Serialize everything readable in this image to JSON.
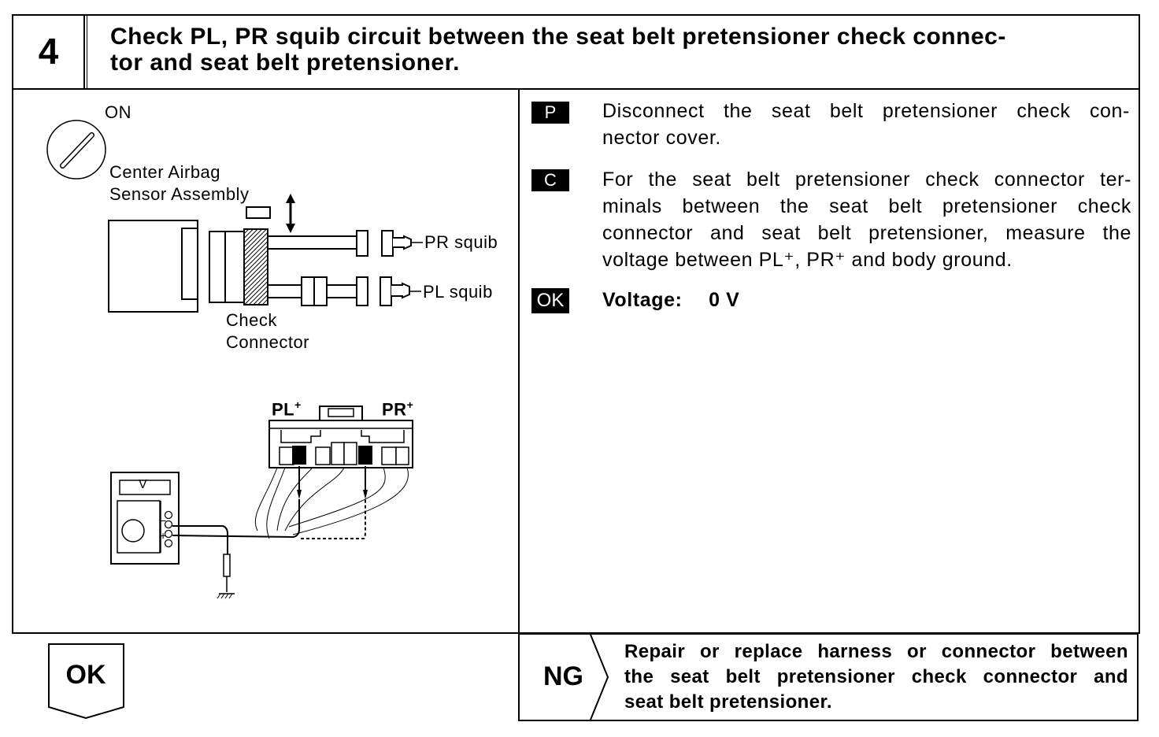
{
  "step": {
    "number": "4",
    "title_line1": "Check PL, PR squib circuit between the seat belt pretensioner check connec-",
    "title_line2": "tor and seat belt pretensioner."
  },
  "diagram": {
    "ignition_label": "ON",
    "sensor_label_line1": "Center Airbag",
    "sensor_label_line2": "Sensor Assembly",
    "pr_squib_label": "PR squib",
    "pl_squib_label": "PL squib",
    "check_connector_line1": "Check",
    "check_connector_line2": "Connector",
    "pl_plus_label": "PL",
    "pr_plus_label": "PR",
    "plus_sup": "+",
    "meter_v_label": "V",
    "meter_minus": "−",
    "meter_plus": "+"
  },
  "instructions": [
    {
      "tag": "P",
      "text_lines": [
        "Disconnect the seat belt pretensioner check con-",
        "nector cover."
      ]
    },
    {
      "tag": "C",
      "text_lines": [
        "For the seat belt pretensioner check connector ter-",
        "minals between the seat belt pretensioner check",
        "connector and seat belt pretensioner, measure the",
        "voltage between PL⁺, PR⁺ and body ground."
      ]
    },
    {
      "tag": "OK",
      "label": "Voltage:",
      "value": "0 V"
    }
  ],
  "ok_result": {
    "label": "OK"
  },
  "ng_result": {
    "label": "NG",
    "lines": [
      "Repair or replace harness or connector between",
      "the seat belt pretensioner check connector and",
      "seat belt pretensioner."
    ]
  }
}
